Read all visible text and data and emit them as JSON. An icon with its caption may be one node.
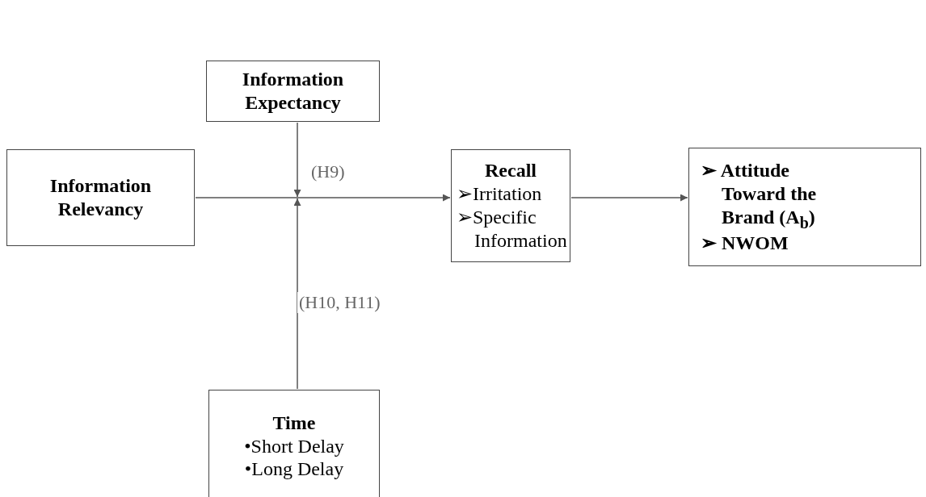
{
  "diagram": {
    "nodes": [
      {
        "text": [
          "Information Expectancy"
        ]
      },
      {
        "text": [
          "Information Relevancy"
        ]
      },
      {
        "text": [
          "Recall",
          "➢Irritation",
          "➢Specific Information"
        ]
      },
      {
        "text": [
          "➢ Attitude Toward the Brand (A$_{b}$)",
          "➢ NWOM"
        ]
      },
      {
        "text": [
          "Time",
          "•Short Delay",
          "•Long Delay"
        ]
      }
    ],
    "edges": [
      {
        "from": 1,
        "to": 2,
        "arrow": "to"
      },
      {
        "from": 0,
        "to": null,
        "arrow": "to",
        "label": "(H9)"
      },
      {
        "from": 4,
        "to": null,
        "arrow": "to",
        "label": "(H10, H11)"
      },
      {
        "from": 2,
        "to": 3,
        "arrow": "to"
      }
    ]
  }
}
